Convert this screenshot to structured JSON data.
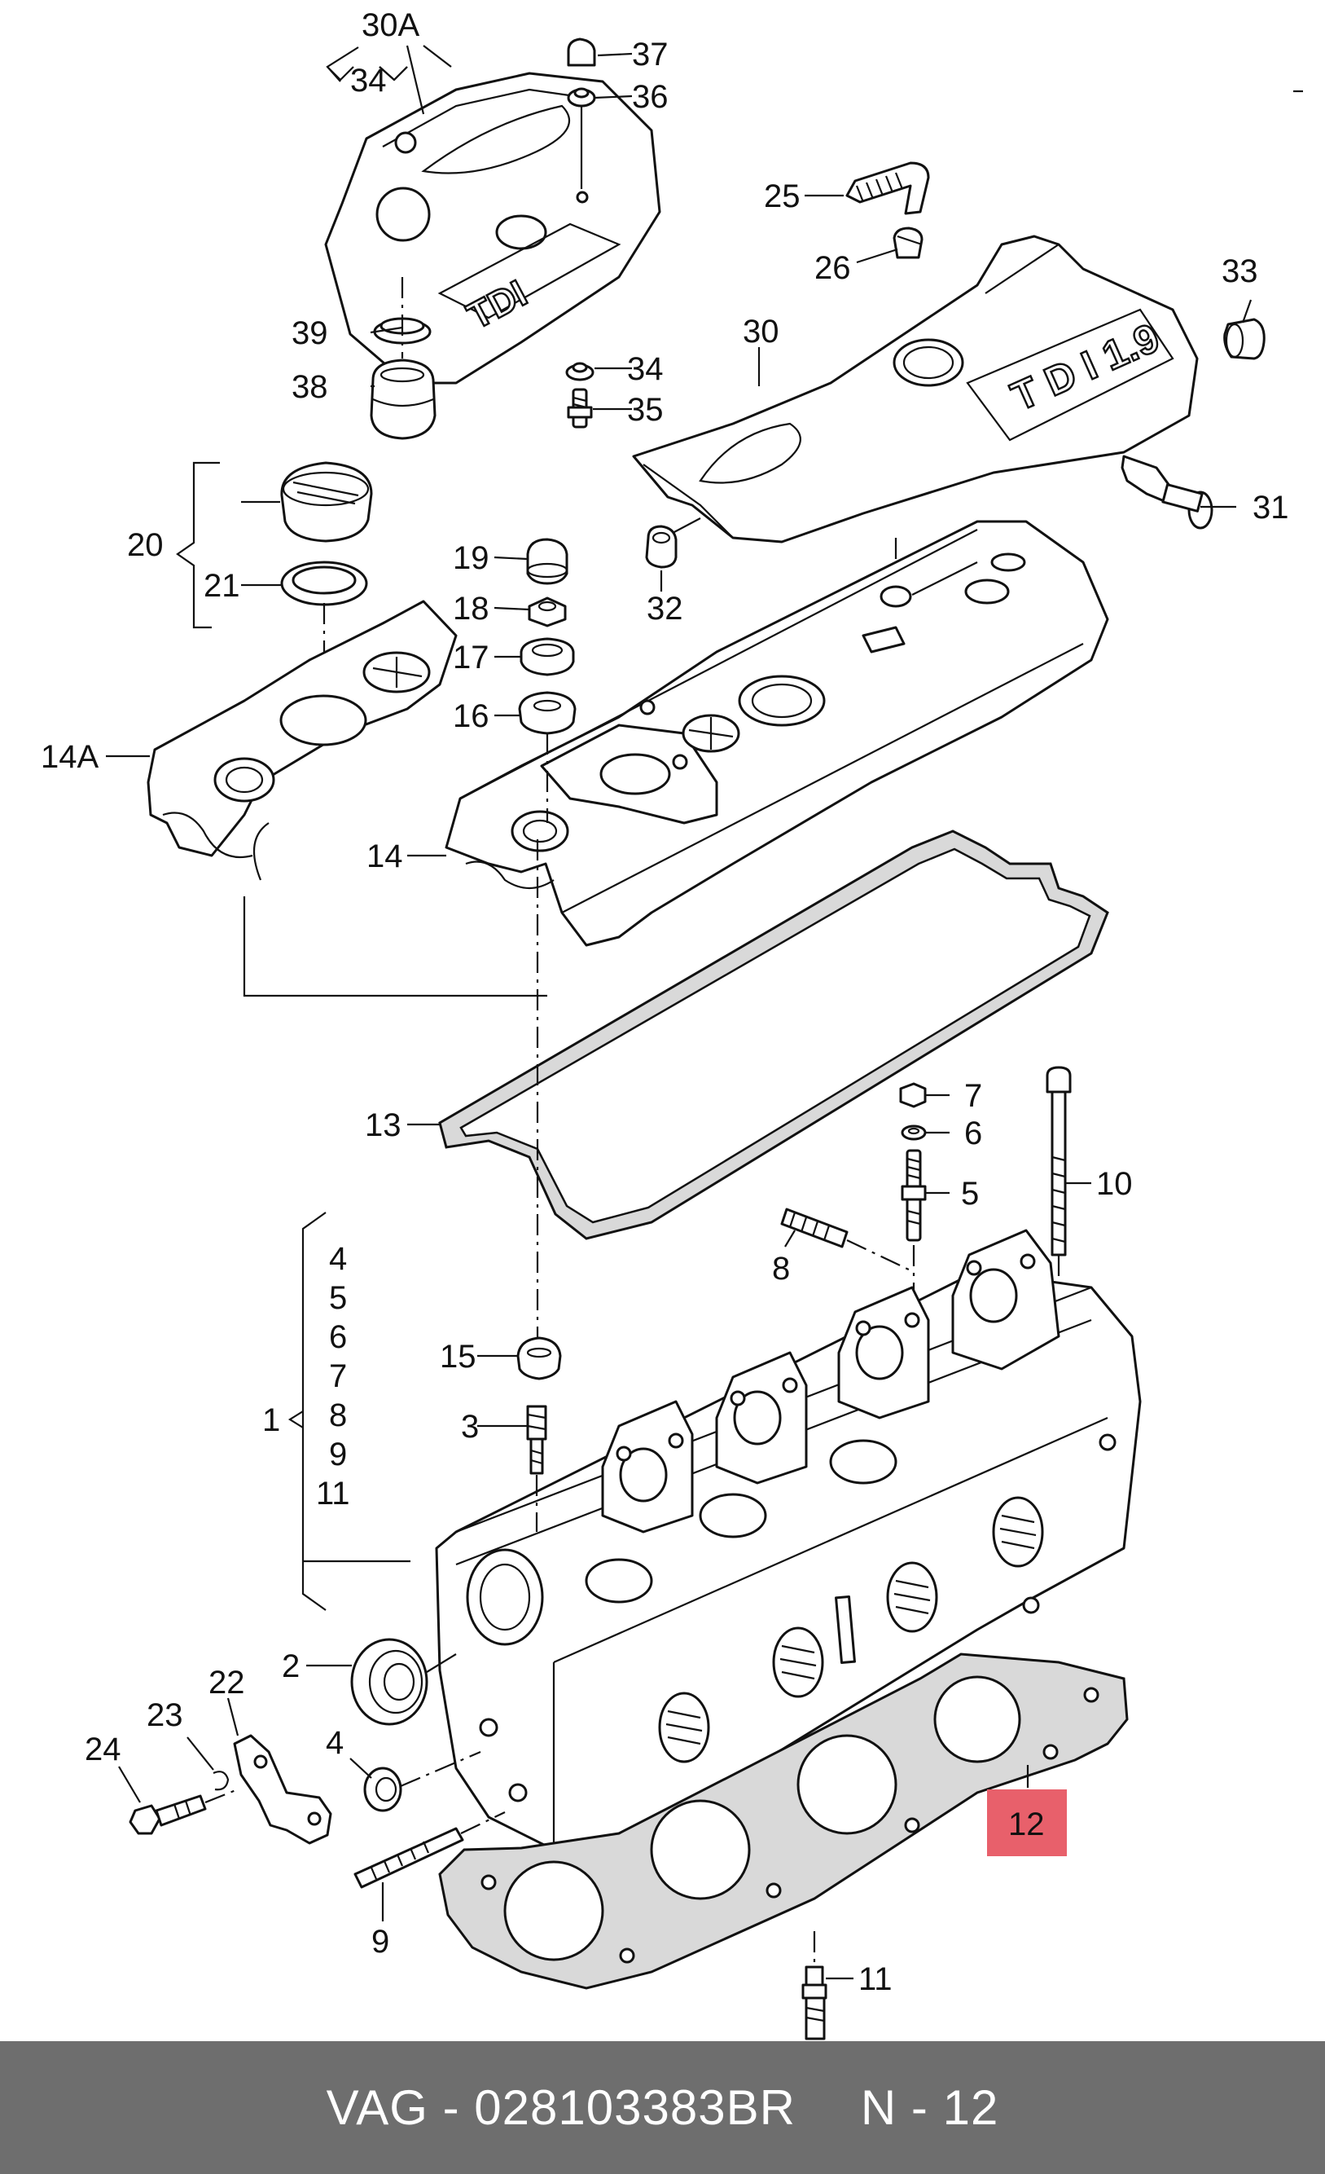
{
  "colors": {
    "background": "#ffffff",
    "line_art": "#111111",
    "highlight_box": "#e8606b",
    "footer_bar": "#6e6e6e",
    "footer_text": "#ffffff"
  },
  "emboss": {
    "small_cover": "TDI",
    "large_cover": "T D I 1.9"
  },
  "labels": {
    "p30A": "30A",
    "p34a": "34",
    "p37": "37",
    "p36": "36",
    "p25": "25",
    "p26": "26",
    "p33": "33",
    "p30": "30",
    "p39": "39",
    "p38": "38",
    "p34b": "34",
    "p35": "35",
    "p31": "31",
    "p20": "20",
    "p21": "21",
    "p19": "19",
    "p18": "18",
    "p17": "17",
    "p32": "32",
    "p16": "16",
    "p14A": "14A",
    "p14": "14",
    "p13": "13",
    "p7": "7",
    "p6": "6",
    "p5": "5",
    "p10": "10",
    "p8": "8",
    "g4": "4",
    "g5": "5",
    "g6": "6",
    "g7": "7",
    "g8": "8",
    "g9": "9",
    "g11": "11",
    "p1": "1",
    "p15": "15",
    "p3": "3",
    "p2": "2",
    "p22": "22",
    "p23": "23",
    "p24": "24",
    "p4": "4",
    "p12": "12",
    "p9": "9",
    "p11": "11"
  },
  "footer": {
    "part_text": "VAG - 028103383BR",
    "position_text": "N - 12"
  }
}
